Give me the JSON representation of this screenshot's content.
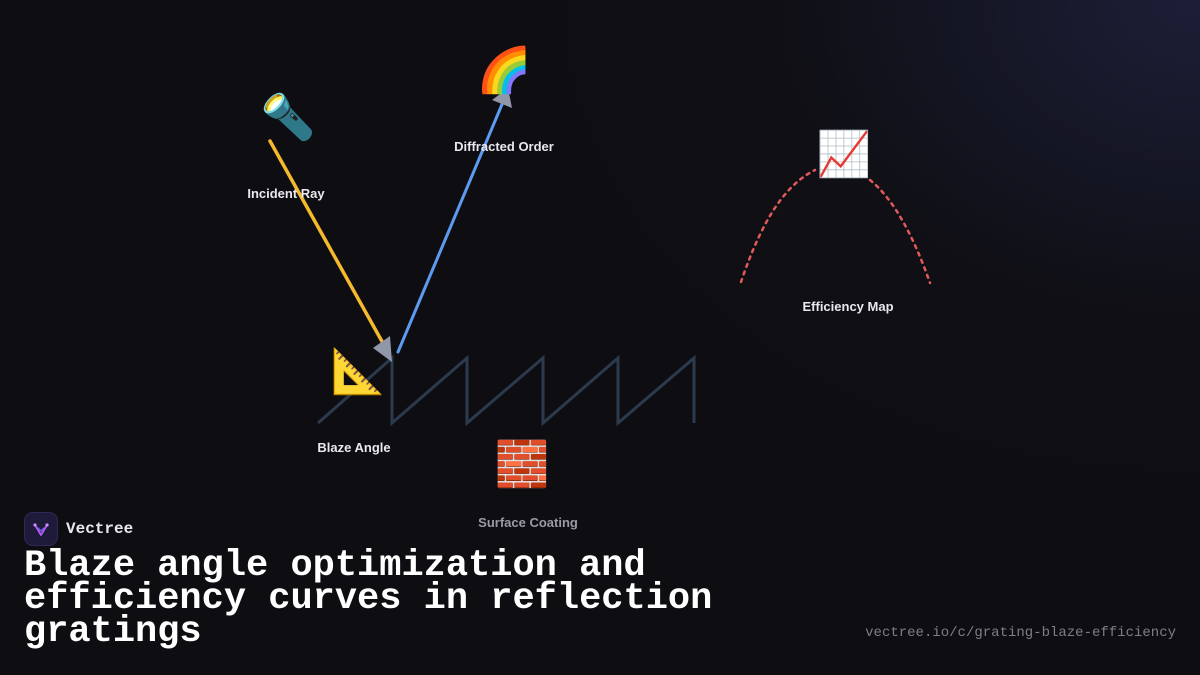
{
  "diagram": {
    "nodes": {
      "incident_ray": {
        "icon": "flashlight-icon",
        "glyph": "🔦",
        "label": "Incident Ray"
      },
      "diffracted_order": {
        "icon": "rainbow-icon",
        "glyph": "🌈",
        "label": "Diffracted Order"
      },
      "efficiency_map": {
        "icon": "chart-increasing-icon",
        "glyph": "📈",
        "label": "Efficiency Map"
      },
      "blaze_angle": {
        "icon": "triangular-ruler-icon",
        "glyph": "📐",
        "label": "Blaze Angle"
      },
      "surface_coating": {
        "icon": "brick-icon",
        "glyph": "🧱",
        "label": "Surface Coating"
      }
    },
    "colors": {
      "incident_ray": "#f6b92b",
      "diffracted_ray": "#5b9cf0",
      "efficiency_curve": "#e05a5a",
      "grating_profile": "#2c3a4e",
      "arrowhead": "#8f97a8"
    }
  },
  "brand": {
    "name": "Vectree",
    "logo_icon": "vectree-logo-icon"
  },
  "headline": "Blaze angle optimization and efficiency curves in reflection gratings",
  "url": "vectree.io/c/grating-blaze-efficiency"
}
